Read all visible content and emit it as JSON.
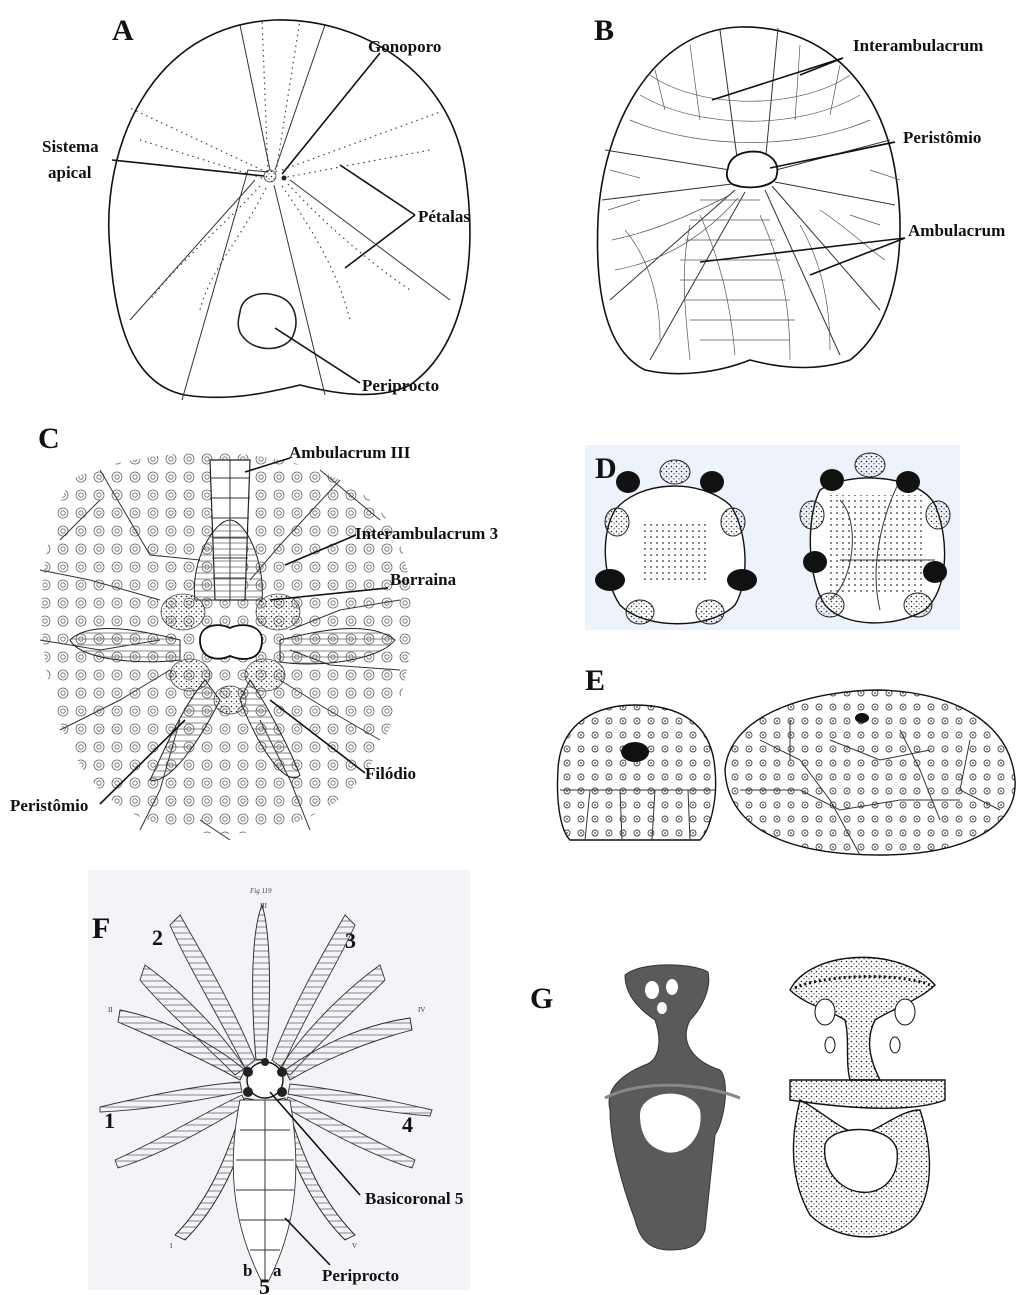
{
  "panels": {
    "A": {
      "letter": "A",
      "labels": {
        "gonoporo": "Gonoporo",
        "sistema_1": "Sistema",
        "sistema_2": "apical",
        "petalas": "Pétalas",
        "periprocto": "Periprocto"
      }
    },
    "B": {
      "letter": "B",
      "labels": {
        "interambulacrum": "Interambulacrum",
        "peristomio": "Peristômio",
        "ambulacrum": "Ambulacrum"
      }
    },
    "C": {
      "letter": "C",
      "labels": {
        "ambulacrum_iii": "Ambulacrum III",
        "interambulacrum_3": "Interambulacrum 3",
        "borraina": "Borraina",
        "filodio": "Filódio",
        "peristomio": "Peristômio"
      }
    },
    "D": {
      "letter": "D"
    },
    "E": {
      "letter": "E"
    },
    "F": {
      "letter": "F",
      "fig_caption": "Fig 119",
      "numbers": [
        "1",
        "2",
        "3",
        "4",
        "5"
      ],
      "roman": [
        "I",
        "II",
        "III",
        "IV",
        "V"
      ],
      "labels": {
        "basicoronal": "Basicoronal 5",
        "periprocto": "Periprocto",
        "b": "b",
        "a": "a"
      }
    },
    "G": {
      "letter": "G"
    }
  }
}
